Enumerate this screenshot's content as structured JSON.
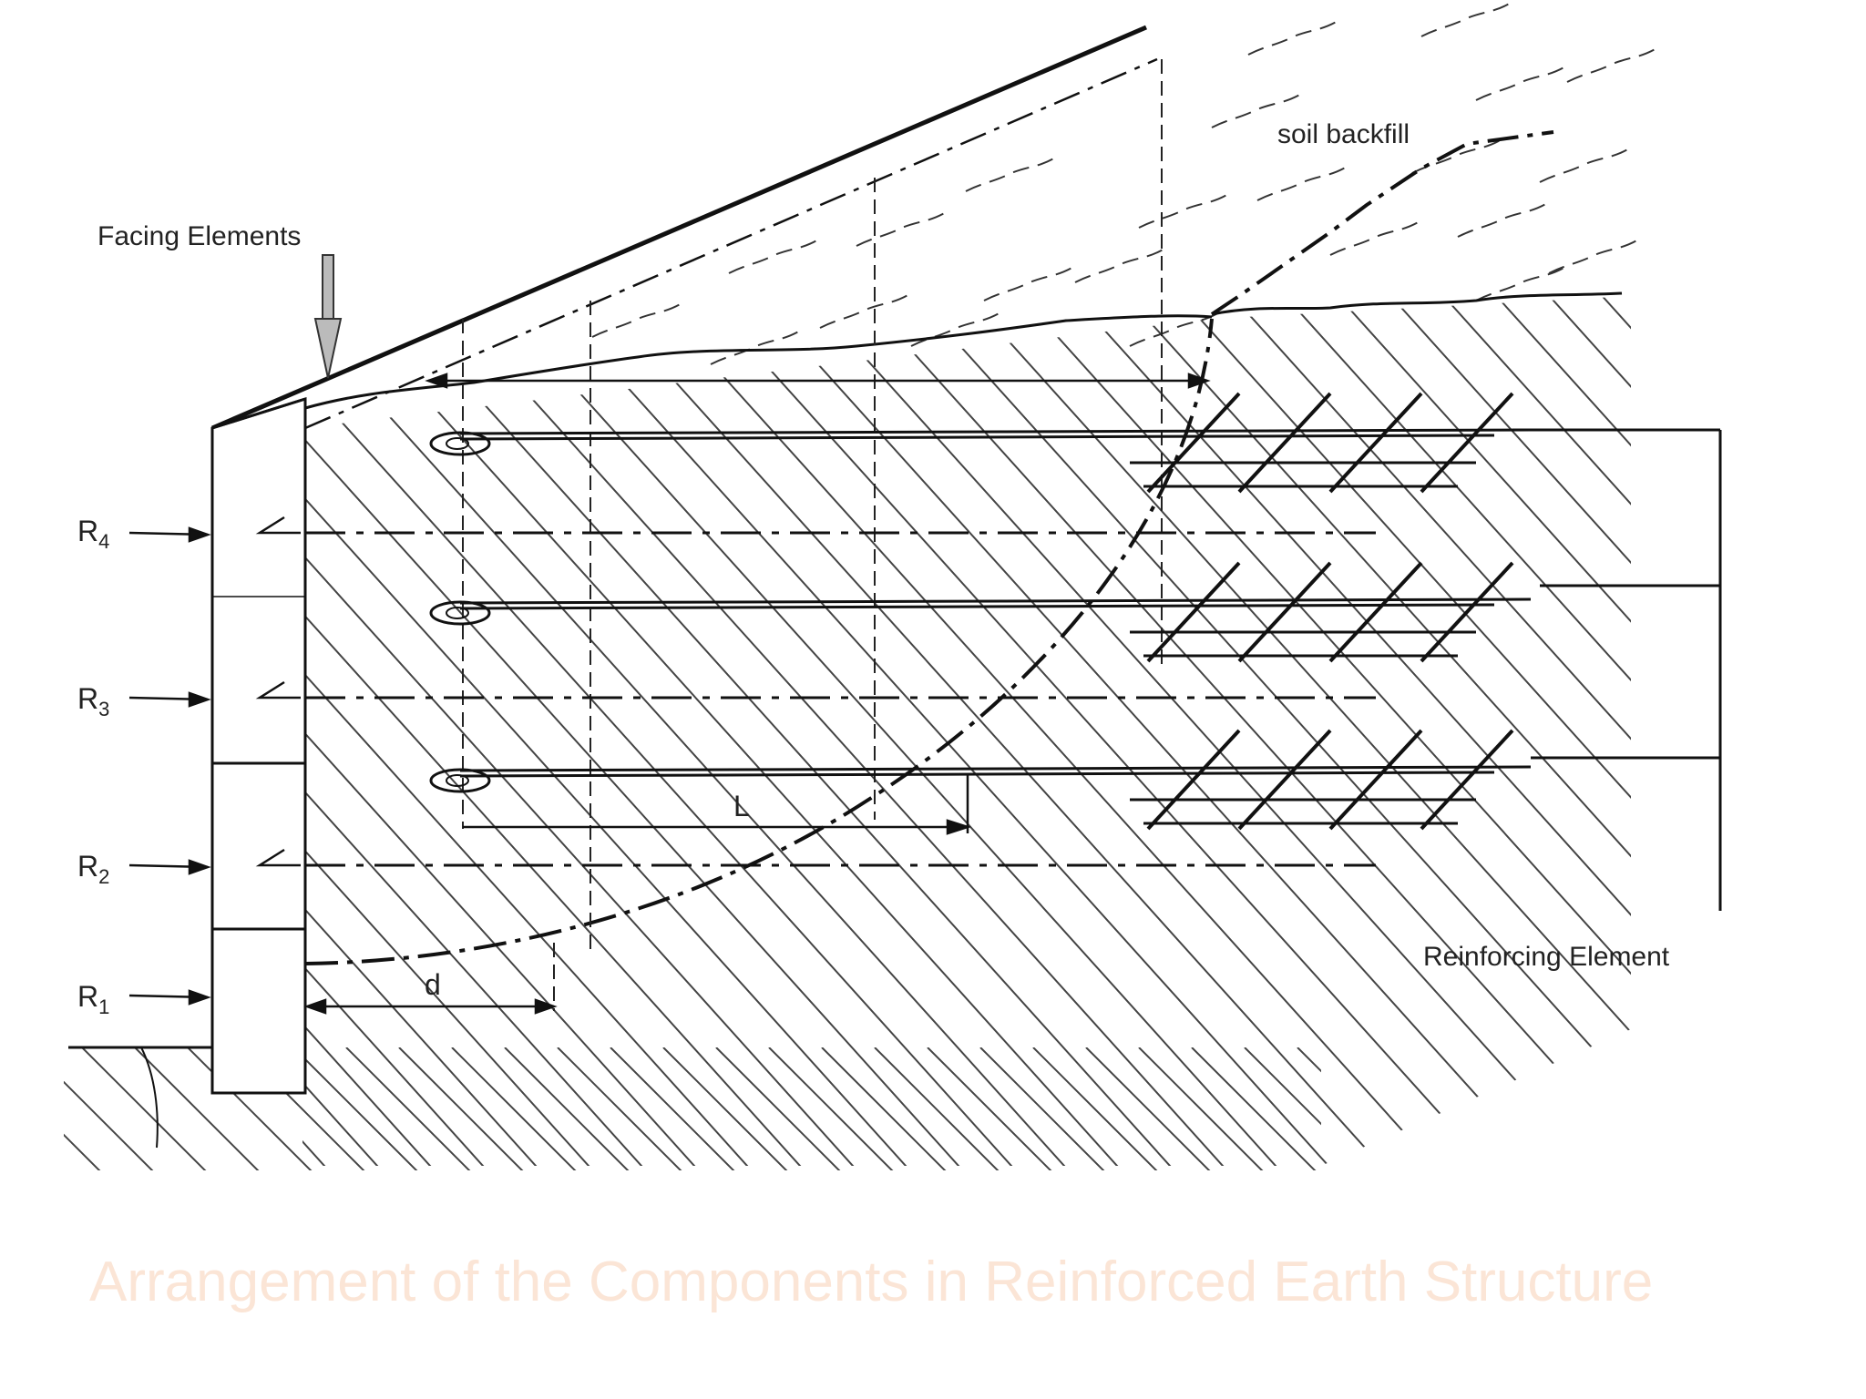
{
  "diagram": {
    "labels": {
      "facing_elements": "Facing Elements",
      "soil_backfill": "soil backfill",
      "reinforcing_element": "Reinforcing Element",
      "length": "L",
      "depth": "d"
    },
    "layers": [
      {
        "letter": "R",
        "sub": "4"
      },
      {
        "letter": "R",
        "sub": "3"
      },
      {
        "letter": "R",
        "sub": "2"
      },
      {
        "letter": "R",
        "sub": "1"
      }
    ]
  },
  "caption": "Arrangement of the Components in Reinforced Earth Structure"
}
